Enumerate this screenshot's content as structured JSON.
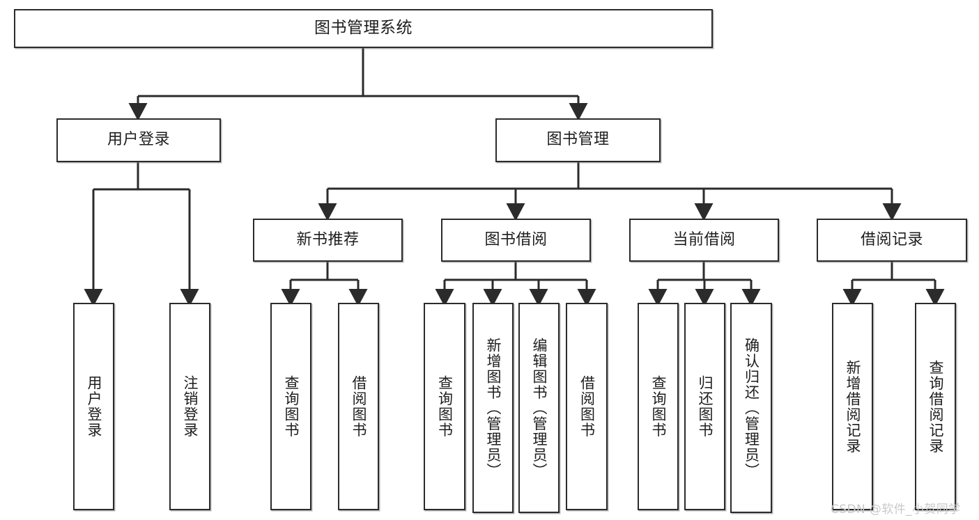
{
  "diagram": {
    "type": "tree-hierarchy-chart",
    "title": "图书管理系统",
    "line_color": "#2b2b2b",
    "box_fill": "#ffffff",
    "text_color": "#1d1d1d",
    "nodes": {
      "root": {
        "label": "图书管理系统"
      },
      "level2": [
        {
          "id": "user-login",
          "label": "用户登录"
        },
        {
          "id": "book-management",
          "label": "图书管理"
        }
      ],
      "level3": [
        {
          "id": "new-book-recommend",
          "label": "新书推荐"
        },
        {
          "id": "book-borrow",
          "label": "图书借阅"
        },
        {
          "id": "current-borrow",
          "label": "当前借阅"
        },
        {
          "id": "borrow-record",
          "label": "借阅记录"
        }
      ],
      "leaves": {
        "user_login": [
          {
            "id": "leaf-user-login",
            "label": "用户登录"
          },
          {
            "id": "leaf-logout-login",
            "label": "注销登录"
          }
        ],
        "new_book_recommend": [
          {
            "id": "leaf-query-book-1",
            "label": "查询图书"
          },
          {
            "id": "leaf-borrow-book-1",
            "label": "借阅图书"
          }
        ],
        "book_borrow": [
          {
            "id": "leaf-query-book-2",
            "label": "查询图书"
          },
          {
            "id": "leaf-add-book-admin",
            "label": "新增图书（管理员）"
          },
          {
            "id": "leaf-edit-book-admin",
            "label": "编辑图书（管理员）"
          },
          {
            "id": "leaf-borrow-book-2",
            "label": "借阅图书"
          }
        ],
        "current_borrow": [
          {
            "id": "leaf-query-book-3",
            "label": "查询图书"
          },
          {
            "id": "leaf-return-book",
            "label": "归还图书"
          },
          {
            "id": "leaf-confirm-return-admin",
            "label": "确认归还（管理员）"
          }
        ],
        "borrow_record": [
          {
            "id": "leaf-add-borrow-record",
            "label": "新增借阅记录"
          },
          {
            "id": "leaf-query-borrow-record",
            "label": "查询借阅记录"
          }
        ]
      }
    },
    "watermark": "CSDN @软件_小贺同学"
  }
}
